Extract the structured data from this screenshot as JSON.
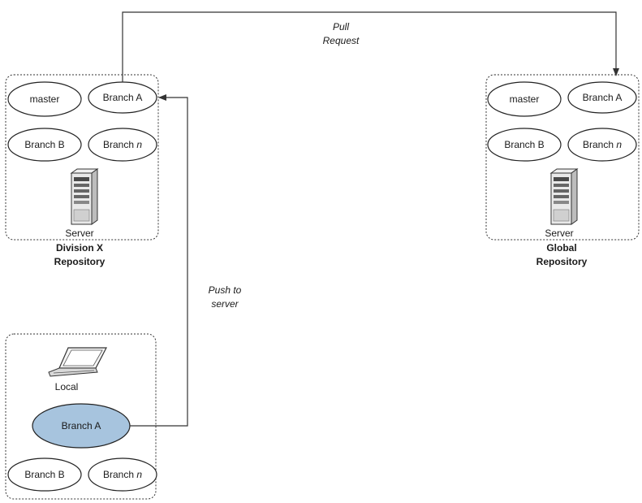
{
  "division_repo": {
    "branches": [
      "master",
      "Branch A",
      "Branch B",
      "Branch "
    ],
    "branch_n_italic": "n",
    "server_label": "Server",
    "title_line1": "Division X",
    "title_line2": "Repository"
  },
  "global_repo": {
    "branches": [
      "master",
      "Branch A",
      "Branch B",
      "Branch "
    ],
    "branch_n_italic": "n",
    "server_label": "Server",
    "title_line1": "Global",
    "title_line2": "Repository"
  },
  "local": {
    "label": "Local",
    "active_branch": "Branch A",
    "branches": [
      "Branch B",
      "Branch "
    ],
    "branch_n_italic": "n",
    "highlight_color": "#a7c4de"
  },
  "arrows": {
    "pull_line1": "Pull",
    "pull_line2": "Request",
    "push_line1": "Push to",
    "push_line2": "server"
  }
}
